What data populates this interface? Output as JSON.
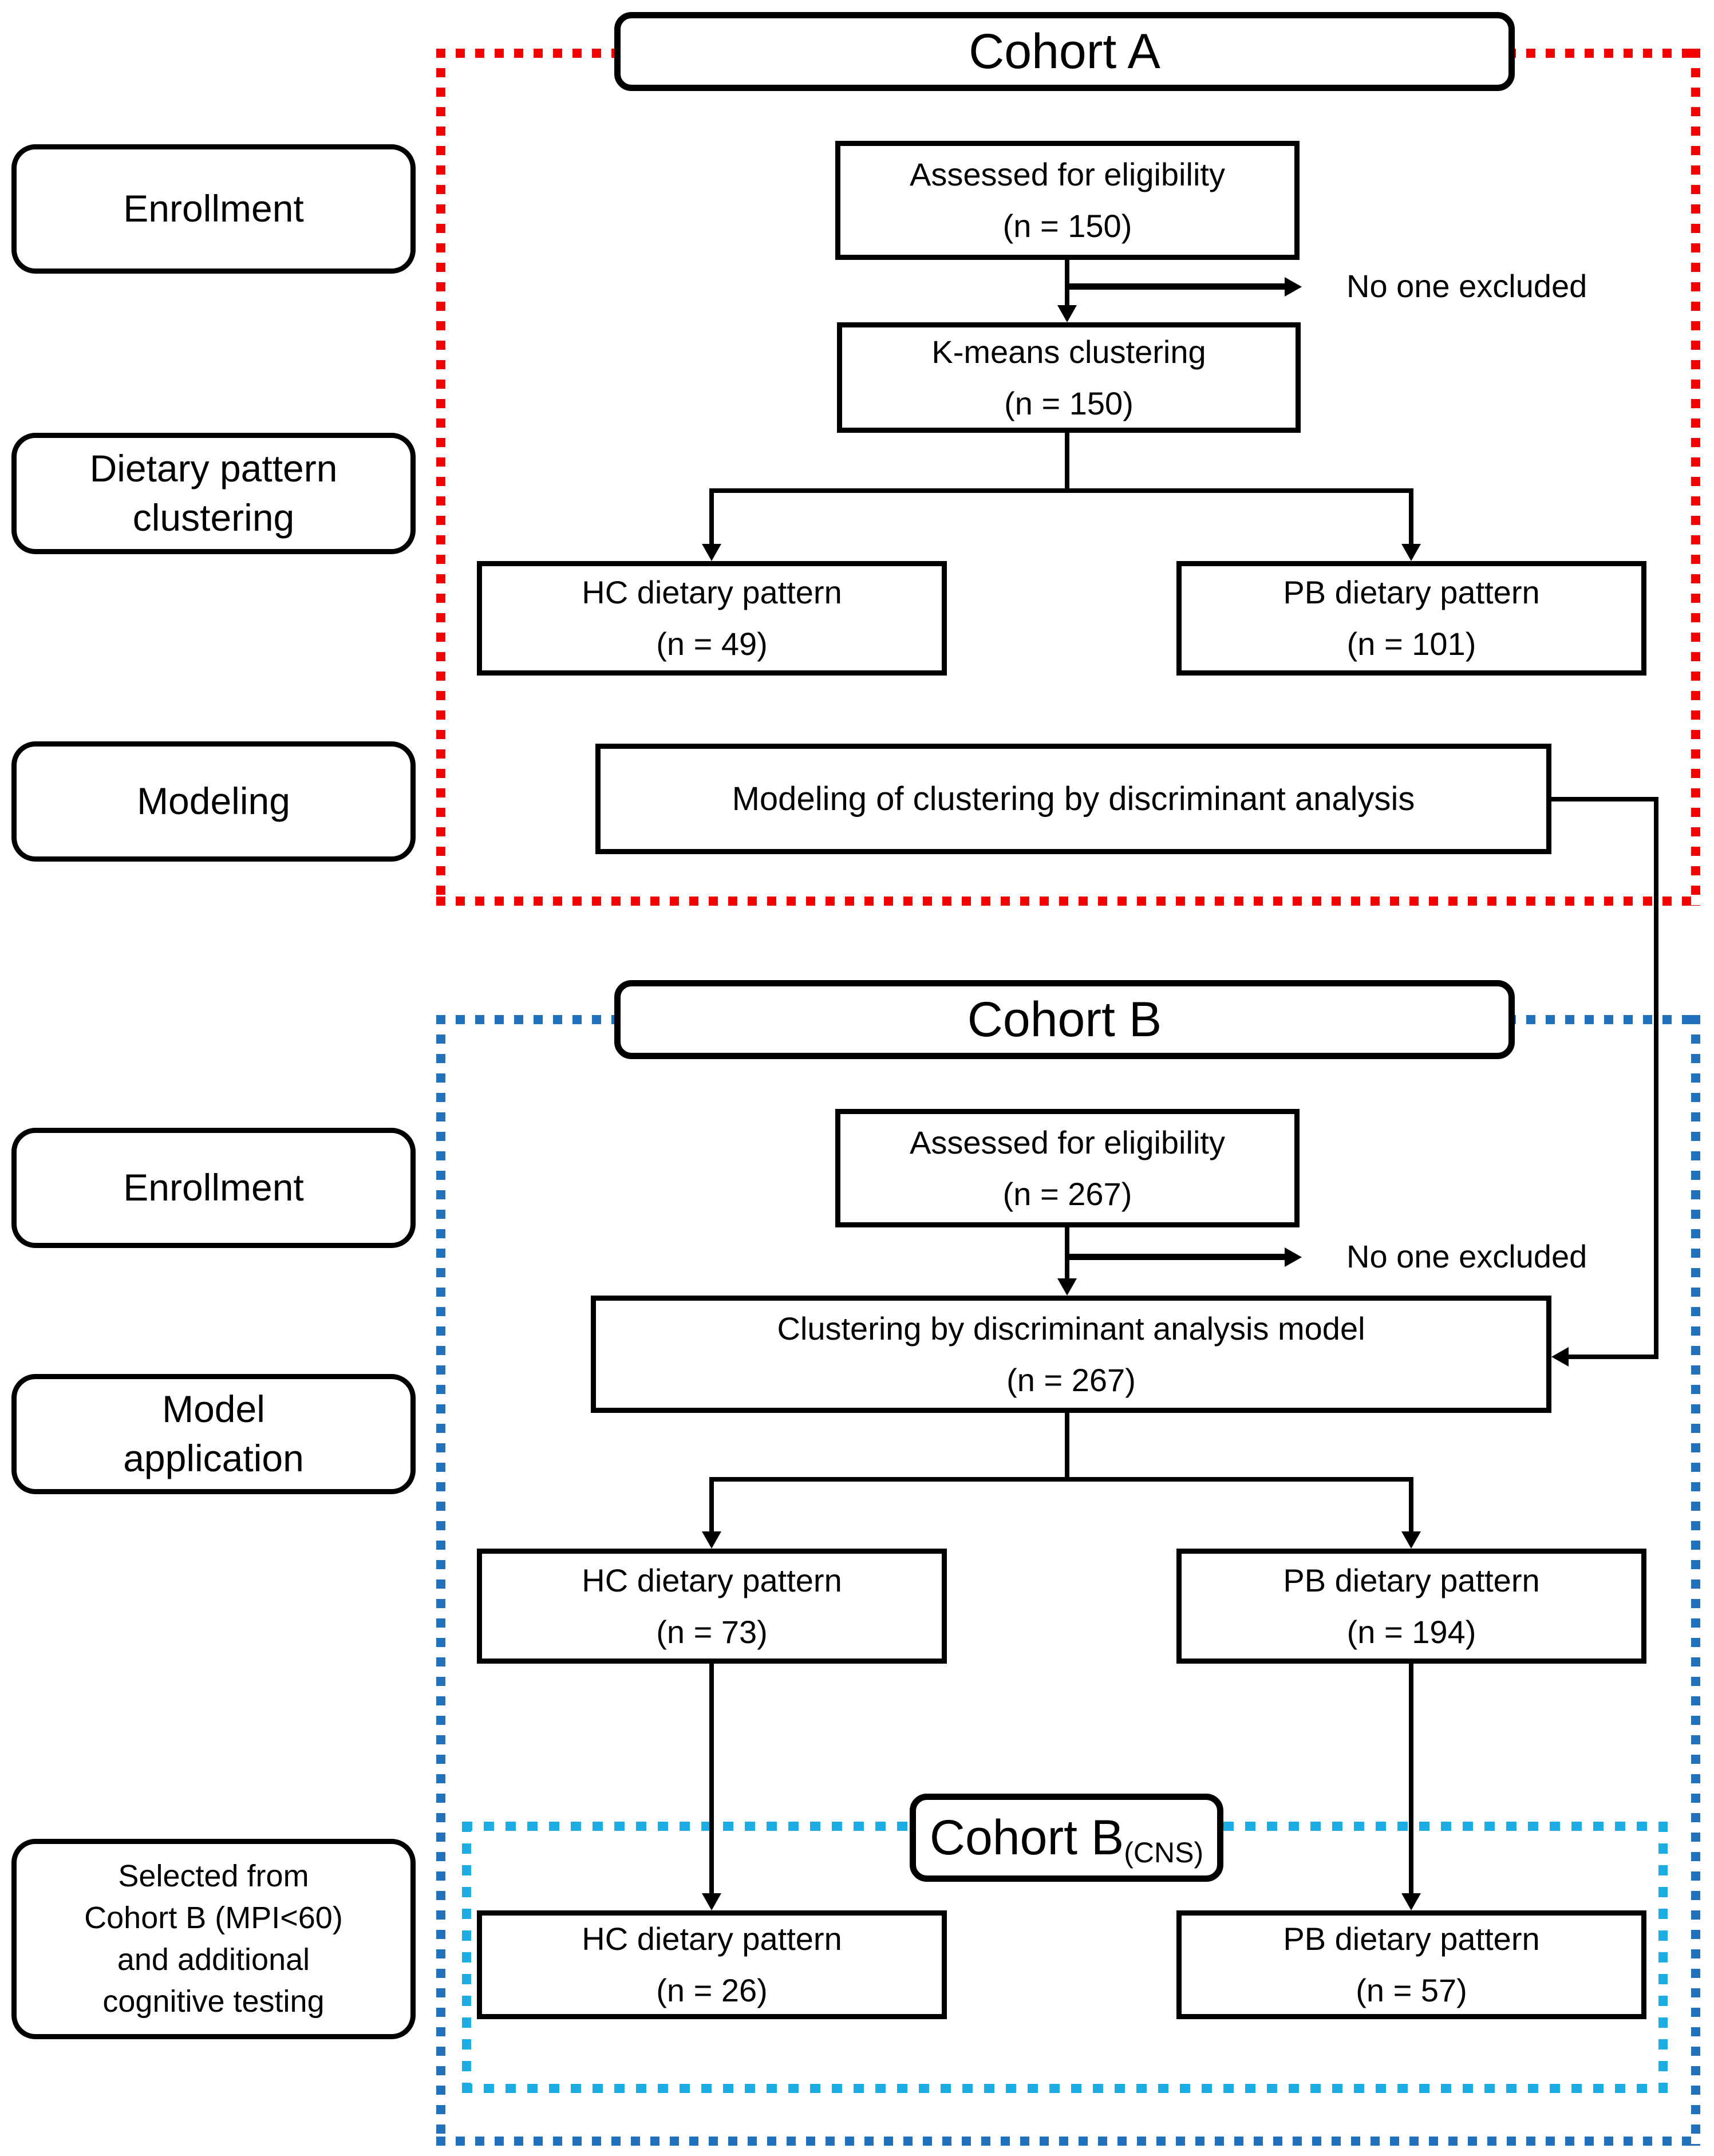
{
  "palette": {
    "cohort_a_frame": "#f30000",
    "cohort_b_frame": "#2271be",
    "cohort_b_cns_frame": "#1cade4",
    "box_border": "#000000",
    "background": "#ffffff"
  },
  "sidebar": {
    "enrollment_a": [
      "Enrollment"
    ],
    "dietary_pattern_clustering": [
      "Dietary pattern",
      "clustering"
    ],
    "modeling": [
      "Modeling"
    ],
    "enrollment_b": [
      "Enrollment"
    ],
    "model_application": [
      "Model",
      "application"
    ],
    "selected_note": [
      "Selected from",
      "Cohort B (MPI<60)",
      "and additional",
      "cognitive testing"
    ]
  },
  "cohort_a": {
    "title": "Cohort A",
    "assessed": [
      "Assessed for eligibility",
      "(n = 150)"
    ],
    "excluded": "No one excluded",
    "kmeans": [
      "K-means clustering",
      "(n = 150)"
    ],
    "hc": [
      "HC dietary pattern",
      "(n = 49)"
    ],
    "pb": [
      "PB dietary pattern",
      "(n = 101)"
    ],
    "modeling": "Modeling of clustering by discriminant analysis"
  },
  "cohort_b": {
    "title": "Cohort B",
    "assessed": [
      "Assessed for eligibility",
      "(n = 267)"
    ],
    "excluded": "No one excluded",
    "cluster": [
      "Clustering by discriminant analysis model",
      "(n = 267)"
    ],
    "hc": [
      "HC dietary pattern",
      "(n = 73)"
    ],
    "pb": [
      "PB dietary pattern",
      "(n = 194)"
    ]
  },
  "cohort_b_cns": {
    "title": "Cohort B",
    "title_subscript": "(CNS)",
    "hc": [
      "HC dietary pattern",
      "(n = 26)"
    ],
    "pb": [
      "PB dietary pattern",
      "(n = 57)"
    ]
  }
}
